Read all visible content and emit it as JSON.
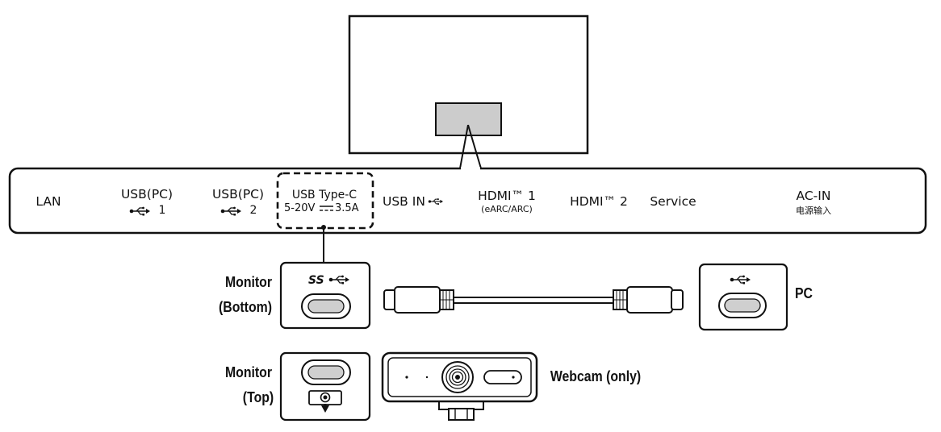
{
  "ports": {
    "lan": "LAN",
    "usb_pc_1": {
      "label": "USB(PC)",
      "num": "1"
    },
    "usb_pc_2": {
      "label": "USB(PC)",
      "num": "2"
    },
    "usb_type_c": {
      "label": "USB Type-C",
      "rating_left": "5-20V",
      "rating_right": "3.5A"
    },
    "usb_in": "USB IN",
    "hdmi1": {
      "label": "HDMI™ 1",
      "sub": "(eARC/ARC)"
    },
    "hdmi2": "HDMI™ 2",
    "service": "Service",
    "ac_in": {
      "label": "AC-IN",
      "sub": "电源输入"
    }
  },
  "connections": {
    "monitor_bottom": {
      "line1": "Monitor",
      "line2": "(Bottom)",
      "port_logo": "SS"
    },
    "pc": "PC",
    "monitor_top": {
      "line1": "Monitor",
      "line2": "(Top)"
    },
    "webcam": "Webcam (only)"
  },
  "colors": {
    "stroke": "#111111",
    "highlight_fill": "#cccccc",
    "port_fill": "#cfcfcf"
  },
  "icons": [
    "usb-icon",
    "usb-ss-icon",
    "webcam-mount-icon"
  ]
}
